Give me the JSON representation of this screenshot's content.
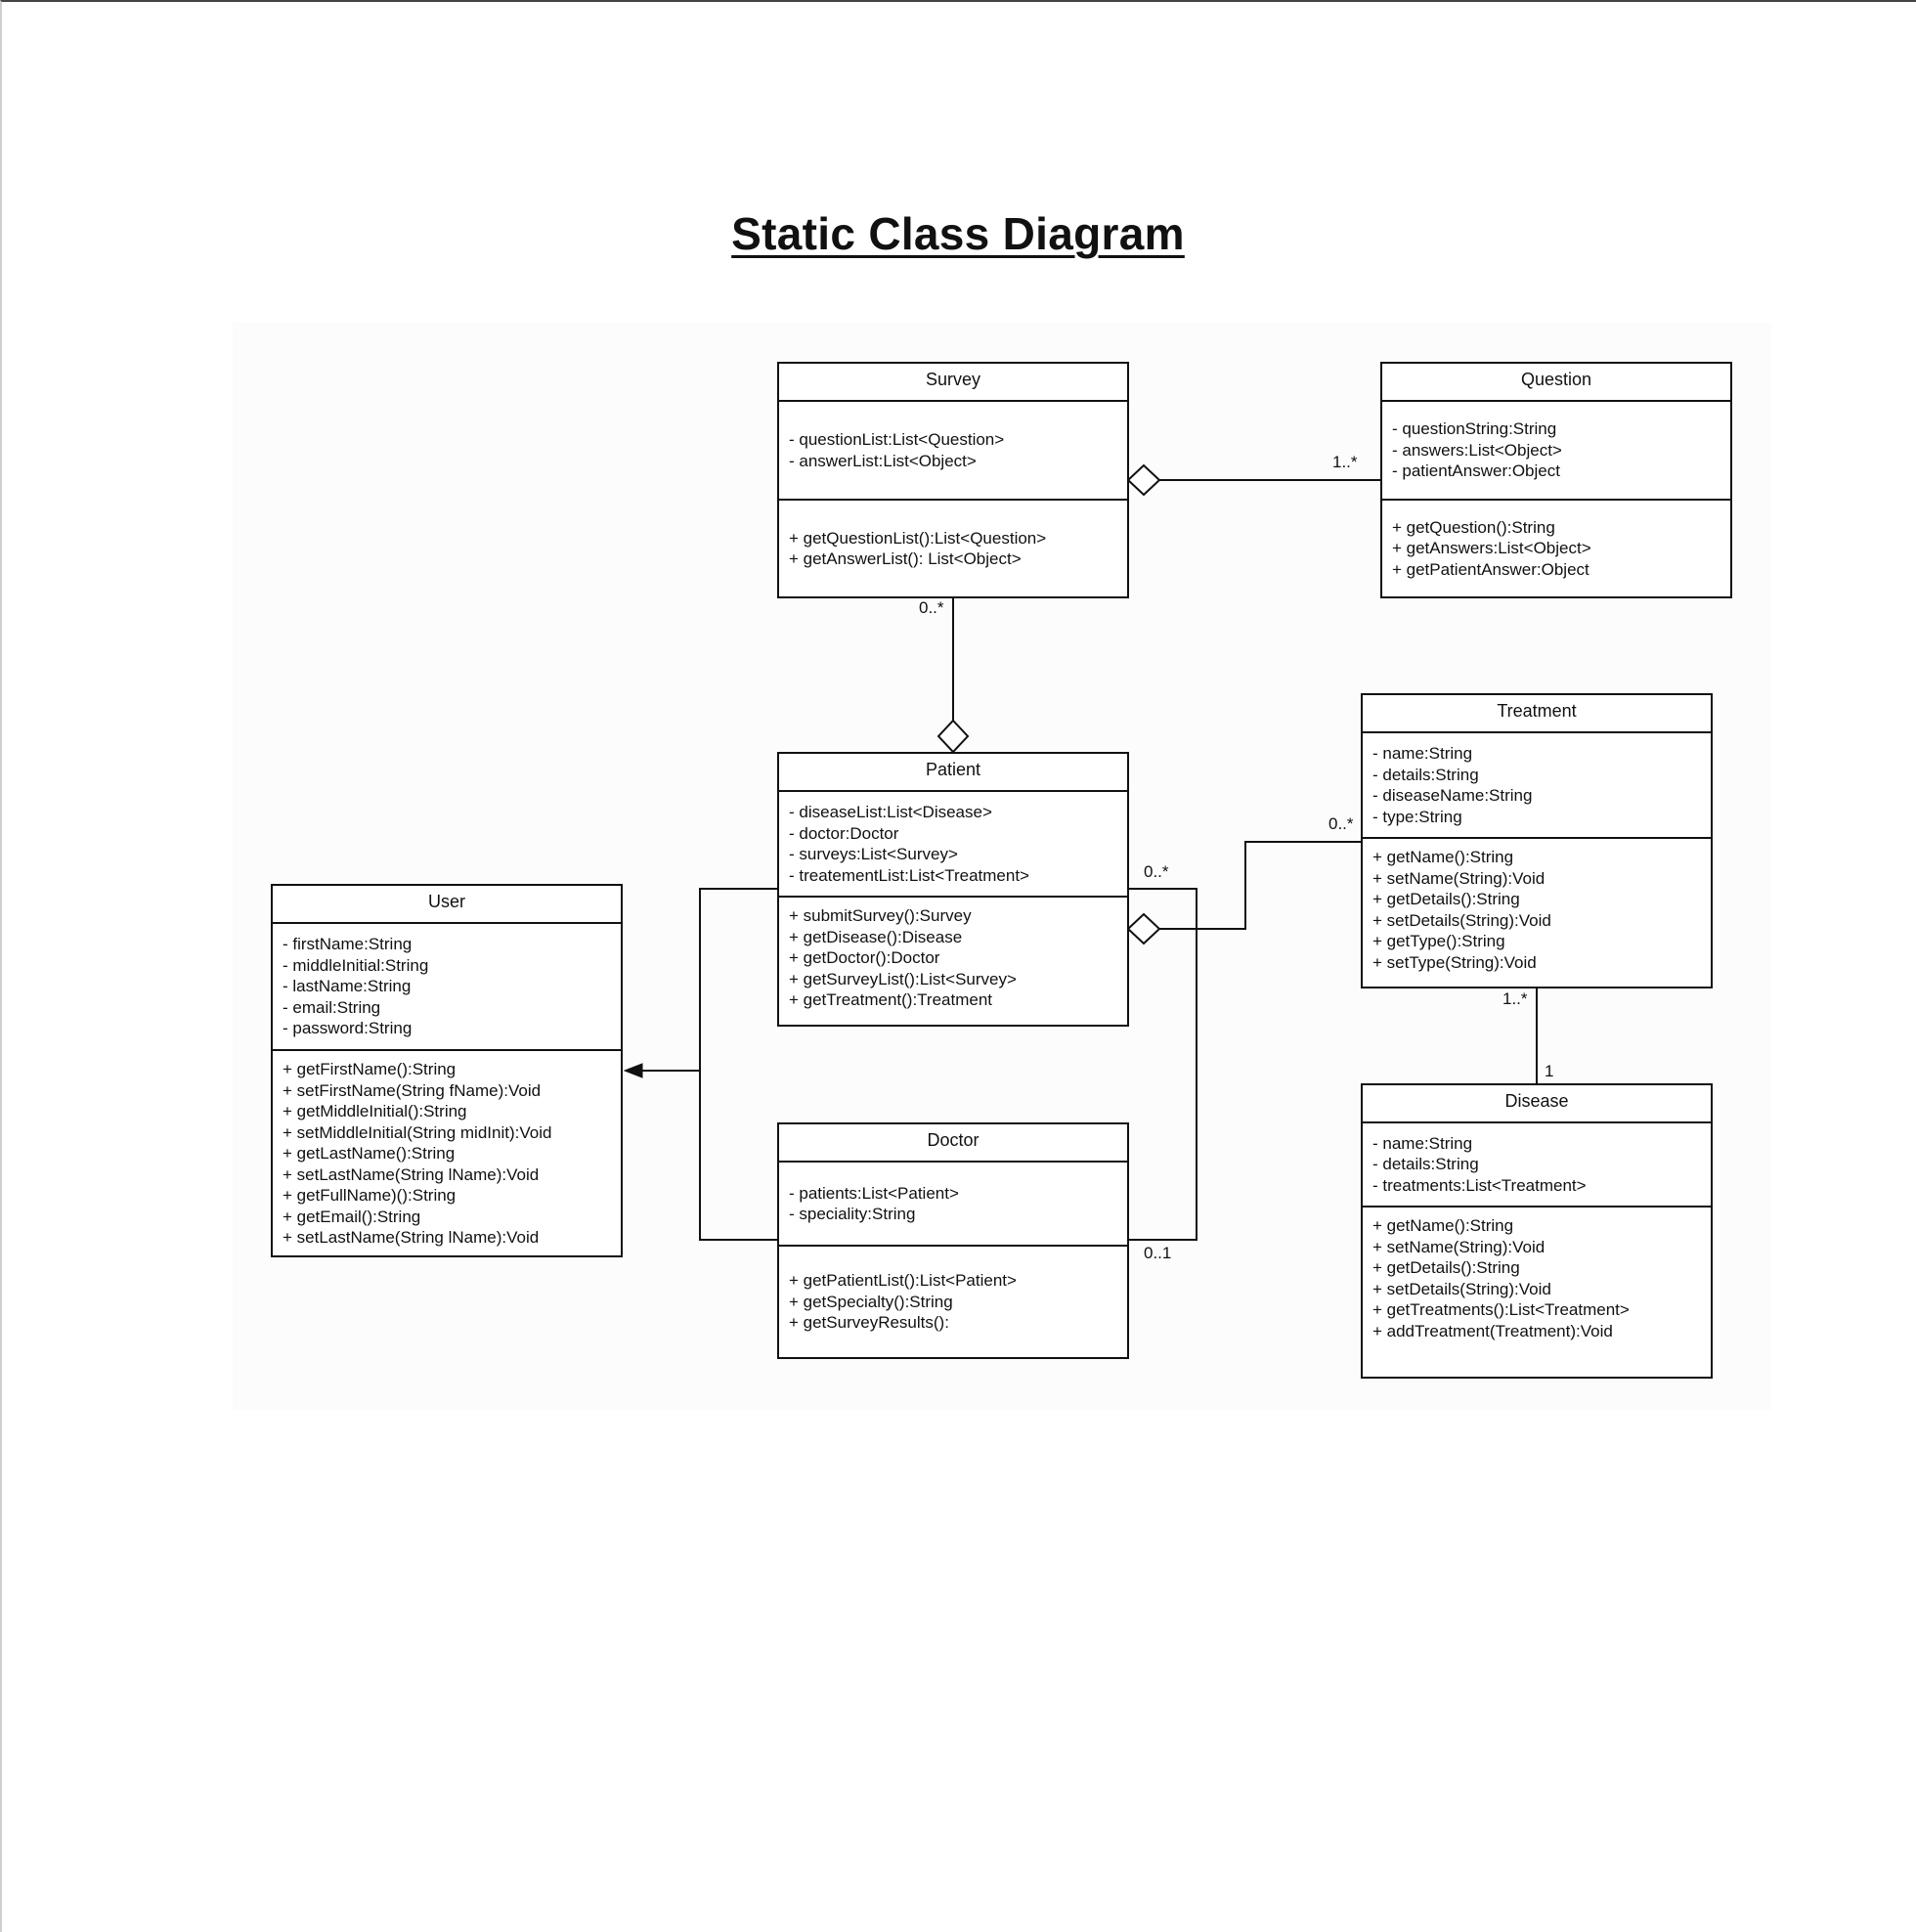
{
  "title": "Static Class Diagram",
  "classes": {
    "survey": {
      "name": "Survey",
      "attributes": [
        "- questionList:List<Question>",
        "- answerList:List<Object>"
      ],
      "operations": [
        "+ getQuestionList():List<Question>",
        "+ getAnswerList(): List<Object>"
      ]
    },
    "question": {
      "name": "Question",
      "attributes": [
        "- questionString:String",
        "- answers:List<Object>",
        "- patientAnswer:Object"
      ],
      "operations": [
        "+ getQuestion():String",
        "+ getAnswers:List<Object>",
        "+ getPatientAnswer:Object"
      ]
    },
    "treatment": {
      "name": "Treatment",
      "attributes": [
        "- name:String",
        "- details:String",
        "- diseaseName:String",
        "- type:String"
      ],
      "operations": [
        "+ getName():String",
        "+ setName(String):Void",
        "+ getDetails():String",
        "+ setDetails(String):Void",
        "+ getType():String",
        "+ setType(String):Void"
      ]
    },
    "patient": {
      "name": "Patient",
      "attributes": [
        "- diseaseList:List<Disease>",
        "- doctor:Doctor",
        "- surveys:List<Survey>",
        "- treatementList:List<Treatment>"
      ],
      "operations": [
        "+ submitSurvey():Survey",
        "+ getDisease():Disease",
        "+ getDoctor():Doctor",
        "+ getSurveyList():List<Survey>",
        "+ getTreatment():Treatment"
      ]
    },
    "user": {
      "name": "User",
      "attributes": [
        "- firstName:String",
        "- middleInitial:String",
        "- lastName:String",
        "- email:String",
        "- password:String"
      ],
      "operations": [
        "+ getFirstName():String",
        "+ setFirstName(String fName):Void",
        "+ getMiddleInitial():String",
        "+ setMiddleInitial(String midInit):Void",
        "+ getLastName():String",
        "+ setLastName(String lName):Void",
        "+ getFullName)():String",
        "+ getEmail():String",
        "+ setLastName(String lName):Void"
      ]
    },
    "doctor": {
      "name": "Doctor",
      "attributes": [
        "- patients:List<Patient>",
        "- speciality:String"
      ],
      "operations": [
        "+ getPatientList():List<Patient>",
        "+ getSpecialty():String",
        "+ getSurveyResults():"
      ]
    },
    "disease": {
      "name": "Disease",
      "attributes": [
        "- name:String",
        "- details:String",
        "- treatments:List<Treatment>"
      ],
      "operations": [
        "+ getName():String",
        "+ setName(String):Void",
        "+ getDetails():String",
        "+ setDetails(String):Void",
        "+ getTreatments():List<Treatment>",
        "+ addTreatment(Treatment):Void"
      ]
    }
  },
  "multiplicities": {
    "survey_question": "1..*",
    "patient_survey": "0..*",
    "patient_treatment": "0..*",
    "patient_doctor_patient_end": "0..*",
    "patient_doctor_doctor_end": "0..1",
    "treatment_disease_treatment_end": "1..*",
    "treatment_disease_disease_end": "1"
  }
}
